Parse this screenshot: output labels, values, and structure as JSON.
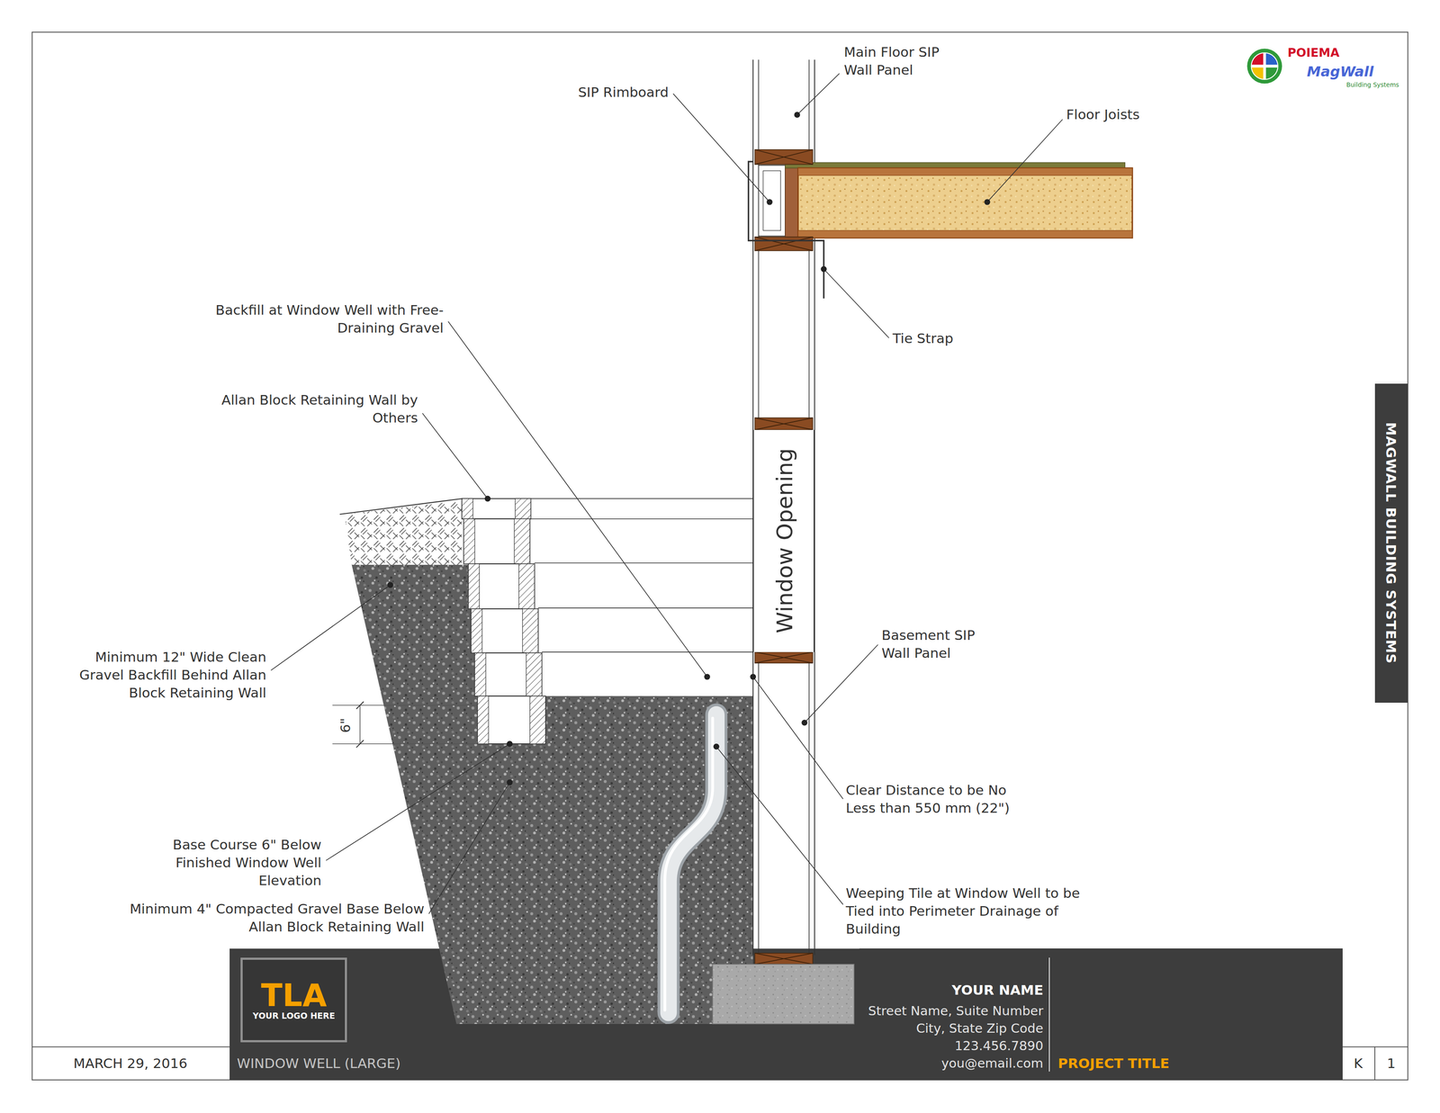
{
  "diagram": {
    "nodes": [
      {
        "text": [
          "Window Opening"
        ]
      },
      {
        "text": [
          "MAGWALL BUILDING SYSTEMS"
        ]
      },
      {
        "text": [
          "TLA",
          "YOUR LOGO HERE"
        ]
      },
      {
        "text": [
          "YOUR NAME",
          "Street Name, Suite Number",
          "City, State Zip Code",
          "123.456.7890",
          "you@email.com",
          "PROJECT TITLE"
        ]
      }
    ],
    "labels": [
      "POIEMA",
      "MagWall",
      "Building Systems",
      "Main Floor SIP Wall Panel",
      "SIP Rimboard",
      "Floor Joists",
      "Tie Strap",
      "Backfill at Window Well with Free-Draining Gravel",
      "Allan Block Retaining Wall by Others",
      "Basement SIP Wall Panel",
      "Minimum 12\" Wide Clean Gravel Backfill Behind Allan Block Retaining Wall",
      "6\"",
      "Clear Distance to be No Less than 550 mm (22\")",
      "Base Course 6\" Below Finished Window Well Elevation",
      "Weeping Tile at Window Well to be Tied into Perimeter Drainage of Building",
      "Minimum 4\" Compacted Gravel Base Below Allan Block Retaining Wall",
      "MARCH 29, 2016",
      "WINDOW WELL (LARGE)",
      "K",
      "1"
    ]
  }
}
